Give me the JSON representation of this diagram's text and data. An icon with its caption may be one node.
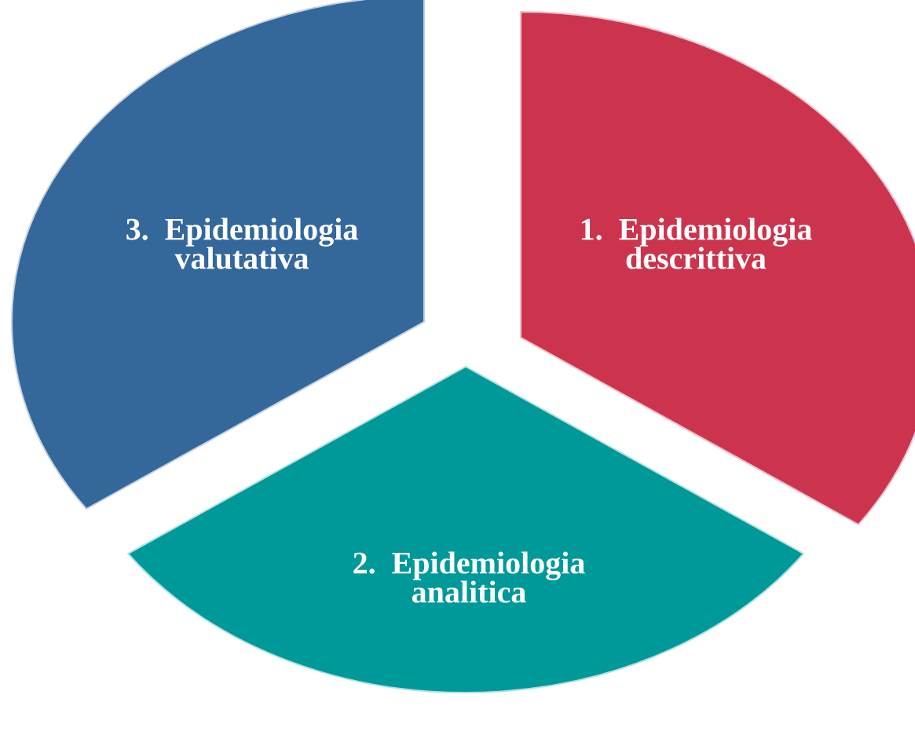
{
  "diagram": {
    "nodes": [
      {
        "text": [
          "3. Epidemiologia valutativa"
        ]
      },
      {
        "text": [
          "1. Epidemiologia descrittiva"
        ]
      },
      {
        "text": [
          "2. Epidemiologia analitica"
        ]
      }
    ]
  }
}
